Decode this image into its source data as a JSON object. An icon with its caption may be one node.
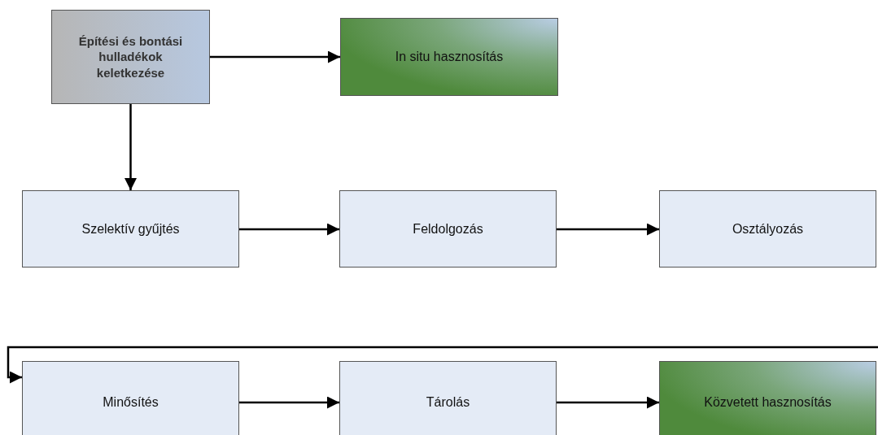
{
  "diagram": {
    "nodes": [
      {
        "text": [
          "Építési és bontási hulladékok keletkezése"
        ]
      },
      {
        "text": [
          "In situ hasznosítás"
        ]
      },
      {
        "text": [
          "Szelektív gyűjtés"
        ]
      },
      {
        "text": [
          "Feldolgozás"
        ]
      },
      {
        "text": [
          "Osztályozás"
        ]
      },
      {
        "text": [
          "Minősítés"
        ]
      },
      {
        "text": [
          "Tárolás"
        ]
      },
      {
        "text": [
          "Közvetett hasznosítás"
        ]
      }
    ],
    "edges": [
      {
        "from": 0,
        "to": 1,
        "arrow": "to"
      },
      {
        "from": 0,
        "to": 2,
        "arrow": "to"
      },
      {
        "from": 2,
        "to": 3,
        "arrow": "to"
      },
      {
        "from": 3,
        "to": 4,
        "arrow": "to"
      },
      {
        "from": null,
        "to": 5,
        "arrow": "to"
      },
      {
        "from": 5,
        "to": 6,
        "arrow": "to"
      },
      {
        "from": 6,
        "to": 7,
        "arrow": "to"
      }
    ]
  }
}
